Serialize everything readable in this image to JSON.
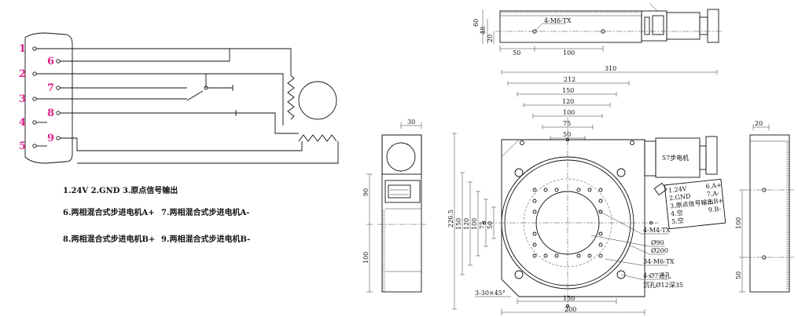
{
  "connector": {
    "pins_left": [
      "1",
      "2",
      "3",
      "4",
      "5"
    ],
    "pins_right": [
      "6",
      "7",
      "8",
      "9"
    ],
    "color": "#e0218a"
  },
  "notes": {
    "line1": "1.24V   2.GND  3.原点信号输出",
    "line2a": "6.两相混合式步进电机A+",
    "line2b": "7.两相混合式步进电机A-",
    "line3a": "8.两相混合式步进电机B+",
    "line3b": "9.两相混合式步进电机B-"
  },
  "top_view": {
    "dims_left": [
      "60",
      "48",
      "20"
    ],
    "dims_bottom": [
      "50",
      "100"
    ],
    "hole_label": "4-M6-TX"
  },
  "side_view_left": {
    "dim_top": "30",
    "dims_left": [
      "90",
      "100"
    ]
  },
  "front_view": {
    "dims_top": [
      "310",
      "212",
      "150",
      "120",
      "100",
      "75",
      "50"
    ],
    "dims_left": [
      "226.5",
      "150",
      "120",
      "100",
      "75",
      "50"
    ],
    "dims_bottom": [
      "150",
      "200"
    ],
    "chamfer": "3-30×45°",
    "motor_label": "57步电机",
    "callouts": [
      "4-M4-TX",
      "Ø90",
      "Ø200",
      "34-M6-TX",
      "4-Ø7通孔",
      "沉孔Ø12深35"
    ],
    "nameplate": [
      "1.24V",
      "2.GND",
      "3.原点信号输出",
      "4.空",
      "5.空",
      "6.A+",
      "7.A-",
      "8.B+",
      "9.B-"
    ]
  },
  "side_view_right": {
    "dim_top": "20",
    "dims_left": [
      "100",
      "50"
    ]
  }
}
